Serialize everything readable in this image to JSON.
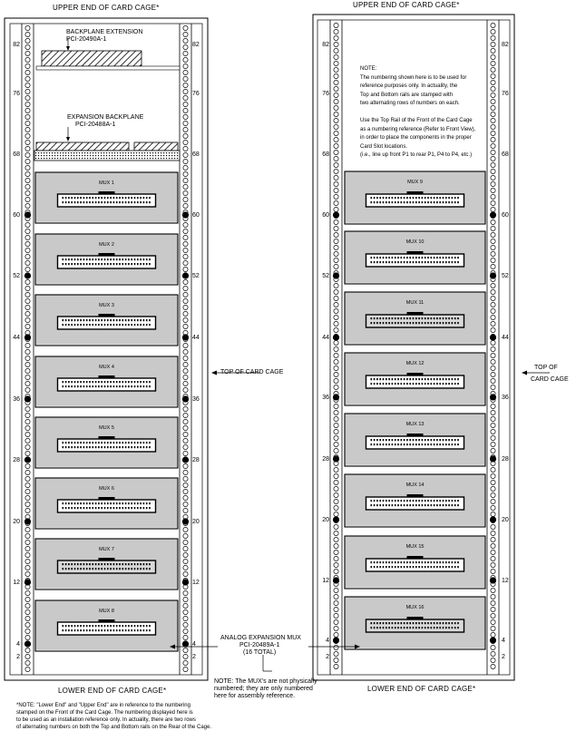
{
  "headers": {
    "left_top": "UPPER END OF CARD CAGE*",
    "left_bottom": "LOWER END OF CARD CAGE*",
    "right_top": "UPPER END OF CARD CAGE*",
    "right_bottom": "LOWER END OF CARD CAGE*"
  },
  "rail_numbers": [
    "82",
    "76",
    "68",
    "60",
    "52",
    "44",
    "36",
    "28",
    "20",
    "12",
    "4",
    "2"
  ],
  "left_cage": {
    "backplane_extension_label": "BACKPLANE EXTENSION",
    "backplane_extension_part": "PCI-20490A-1",
    "expansion_backplane_label": "EXPANSION BACKPLANE",
    "expansion_backplane_part": "PCI-20488A-1",
    "mux_labels": [
      "MUX 1",
      "MUX 2",
      "MUX 3",
      "MUX 4",
      "MUX 5",
      "MUX 6",
      "MUX 7",
      "MUX 8"
    ]
  },
  "right_cage": {
    "note_lines": [
      "NOTE:",
      "The numbering shown here is to be used for",
      "reference purposes only. In actuality, the",
      "Top and Bottom rails are stamped with",
      "two alternating rows of numbers on each.",
      "",
      "Use the Top Rail of the Front of the Card Cage",
      "as a numbering reference (Refer to Front View),",
      "in order to place the components in the proper",
      "Card Slot locations.",
      "(i.e., line up front P1 to rear P1, P4 to P4, etc.)"
    ],
    "mux_labels": [
      "MUX 9",
      "MUX 10",
      "MUX 11",
      "MUX 12",
      "MUX 13",
      "MUX 14",
      "MUX 15",
      "MUX 16"
    ]
  },
  "callouts": {
    "top_of_card_cage_left": "TOP OF CARD CAGE",
    "top_of_card_cage_right_1": "TOP OF",
    "top_of_card_cage_right_2": "CARD CAGE",
    "analog_mux_1": "ANALOG EXPANSION MUX",
    "analog_mux_2": "PCI-20489A-1",
    "analog_mux_3": "(16 TOTAL)",
    "mux_note_1": "NOTE: The MUX's are not physically",
    "mux_note_2": "numbered; they are only numbered",
    "mux_note_3": "here for assembly reference."
  },
  "footnote": [
    "*NOTE: \"Lower End\" and \"Upper End\" are in reference to the numbering",
    "stamped on the Front of the Card Cage. The numbering displayed here is",
    "to be used as an installation reference only. In actuality, there are two rows",
    "of alternating numbers on both the Top and Bottom rails on the Rear of the Cage."
  ]
}
